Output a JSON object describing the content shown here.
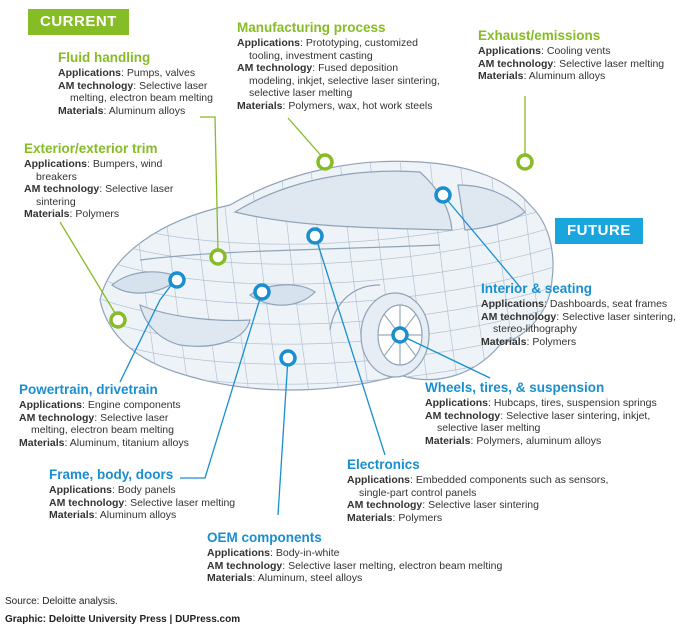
{
  "badges": {
    "current": "CURRENT",
    "future": "FUTURE"
  },
  "colors": {
    "green": "#86bc25",
    "blue": "#1a8fd0",
    "car_line": "#8fa3b8"
  },
  "labels": {
    "applications": "Applications",
    "am_technology": "AM technology",
    "materials": "Materials"
  },
  "current": {
    "fluid_handling": {
      "title": "Fluid handling",
      "applications": "Pumps, valves",
      "am_technology_1": "Selective laser",
      "am_technology_2": "melting, electron beam melting",
      "materials": "Aluminum alloys"
    },
    "manufacturing": {
      "title": "Manufacturing process",
      "applications_1": "Prototyping, customized",
      "applications_2": "tooling, investment casting",
      "am_technology_1": "Fused deposition",
      "am_technology_2": "modeling, inkjet, selective laser sintering,",
      "am_technology_3": "selective laser melting",
      "materials": "Polymers, wax, hot work steels"
    },
    "exhaust": {
      "title": "Exhaust/emissions",
      "applications": "Cooling vents",
      "am_technology": "Selective laser melting",
      "materials": "Aluminum alloys"
    },
    "exterior": {
      "title": "Exterior/exterior trim",
      "applications_1": "Bumpers, wind",
      "applications_2": "breakers",
      "am_technology_1": "Selective laser",
      "am_technology_2": "sintering",
      "materials": "Polymers"
    }
  },
  "future": {
    "interior": {
      "title": "Interior & seating",
      "applications": "Dashboards, seat frames",
      "am_technology_1": "Selective laser sintering,",
      "am_technology_2": "stereo-lithography",
      "materials": "Polymers"
    },
    "wheels": {
      "title": "Wheels, tires, & suspension",
      "applications": "Hubcaps, tires, suspension springs",
      "am_technology_1": "Selective laser sintering, inkjet,",
      "am_technology_2": "selective laser melting",
      "materials": "Polymers, aluminum alloys"
    },
    "powertrain": {
      "title": "Powertrain, drivetrain",
      "applications": "Engine components",
      "am_technology_1": "Selective laser",
      "am_technology_2": "melting, electron beam melting",
      "materials": "Aluminum, titanium alloys"
    },
    "frame": {
      "title": "Frame, body, doors",
      "applications": "Body panels",
      "am_technology": "Selective laser melting",
      "materials": "Aluminum alloys"
    },
    "electronics": {
      "title": "Electronics",
      "applications_1": "Embedded components such as sensors,",
      "applications_2": "single-part control panels",
      "am_technology": "Selective laser sintering",
      "materials": "Polymers"
    },
    "oem": {
      "title": "OEM components",
      "applications": "Body-in-white",
      "am_technology": "Selective laser melting, electron beam melting",
      "materials": "Aluminum, steel alloys"
    }
  },
  "footer": {
    "source": "Source: Deloitte analysis.",
    "graphic_label": "Graphic:",
    "graphic_text": "Deloitte University Press  |  DUPress.com"
  }
}
